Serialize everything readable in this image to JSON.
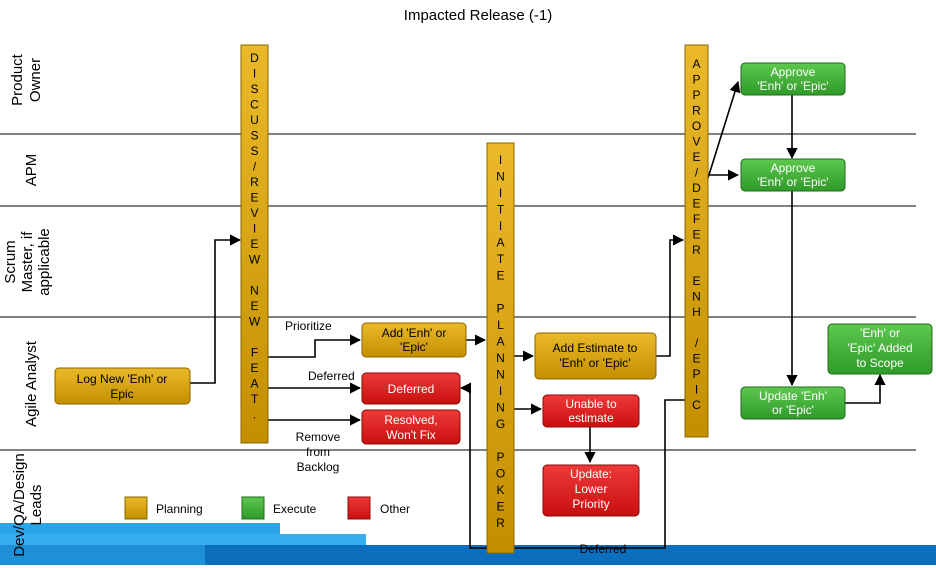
{
  "title": "Impacted Release (-1)",
  "lanes": [
    {
      "id": "po",
      "lines": [
        "Product",
        "Owner"
      ]
    },
    {
      "id": "apm",
      "lines": [
        "APM"
      ]
    },
    {
      "id": "sm",
      "lines": [
        "Scrum",
        "Master, if",
        "applicable"
      ]
    },
    {
      "id": "aa",
      "lines": [
        "Agile Analyst"
      ]
    },
    {
      "id": "dev",
      "lines": [
        "Dev/QA/Design",
        "Leads"
      ]
    }
  ],
  "bars": {
    "discuss": [
      "D",
      "I",
      "S",
      "C",
      "U",
      "S",
      "S",
      "/",
      "R",
      "E",
      "V",
      "I",
      "E",
      "W",
      "",
      "N",
      "E",
      "W",
      "",
      "F",
      "E",
      "A",
      "T",
      "."
    ],
    "initiate": [
      "I",
      "N",
      "I",
      "T",
      "I",
      "A",
      "T",
      "E",
      "",
      "P",
      "L",
      "A",
      "N",
      "N",
      "I",
      "N",
      "G",
      "",
      "P",
      "O",
      "K",
      "E",
      "R"
    ],
    "approve": [
      "A",
      "P",
      "P",
      "R",
      "O",
      "V",
      "E",
      "/",
      "D",
      "E",
      "F",
      "E",
      "R",
      "",
      "E",
      "N",
      "H",
      "",
      "/",
      "E",
      "P",
      "I",
      "C"
    ]
  },
  "boxes": {
    "log_new": [
      "Log New 'Enh' or",
      "Epic"
    ],
    "add_enh": [
      "Add 'Enh' or",
      "'Epic'"
    ],
    "deferred_box": [
      "Deferred"
    ],
    "resolved": [
      "Resolved,",
      "Won't Fix"
    ],
    "add_estimate": [
      "Add Estimate to",
      "'Enh' or 'Epic'"
    ],
    "unable": [
      "Unable to",
      "estimate"
    ],
    "update_lower": [
      "Update:",
      "Lower",
      "Priority"
    ],
    "approve_po": [
      "Approve",
      "'Enh' or 'Epic'"
    ],
    "approve_apm": [
      "Approve",
      "'Enh' or 'Epic'"
    ],
    "update_enh": [
      "Update 'Enh'",
      "or 'Epic'"
    ],
    "added_scope": [
      "'Enh' or",
      "'Epic' Added",
      "to Scope"
    ]
  },
  "labels": {
    "prioritize": "Prioritize",
    "deferred": "Deferred",
    "remove": [
      "Remove",
      "from",
      "Backlog"
    ],
    "deferred_bottom": "Deferred"
  },
  "legend": [
    {
      "label": "Planning",
      "color": "#d9a300"
    },
    {
      "label": "Execute",
      "color": "#3fae34"
    },
    {
      "label": "Other",
      "color": "#dd1717"
    }
  ],
  "colors": {
    "planning": "#d9a300",
    "execute": "#3fae34",
    "other": "#dd1717",
    "band_light": "#29a6e8",
    "band_dark": "#0b6fbd"
  }
}
